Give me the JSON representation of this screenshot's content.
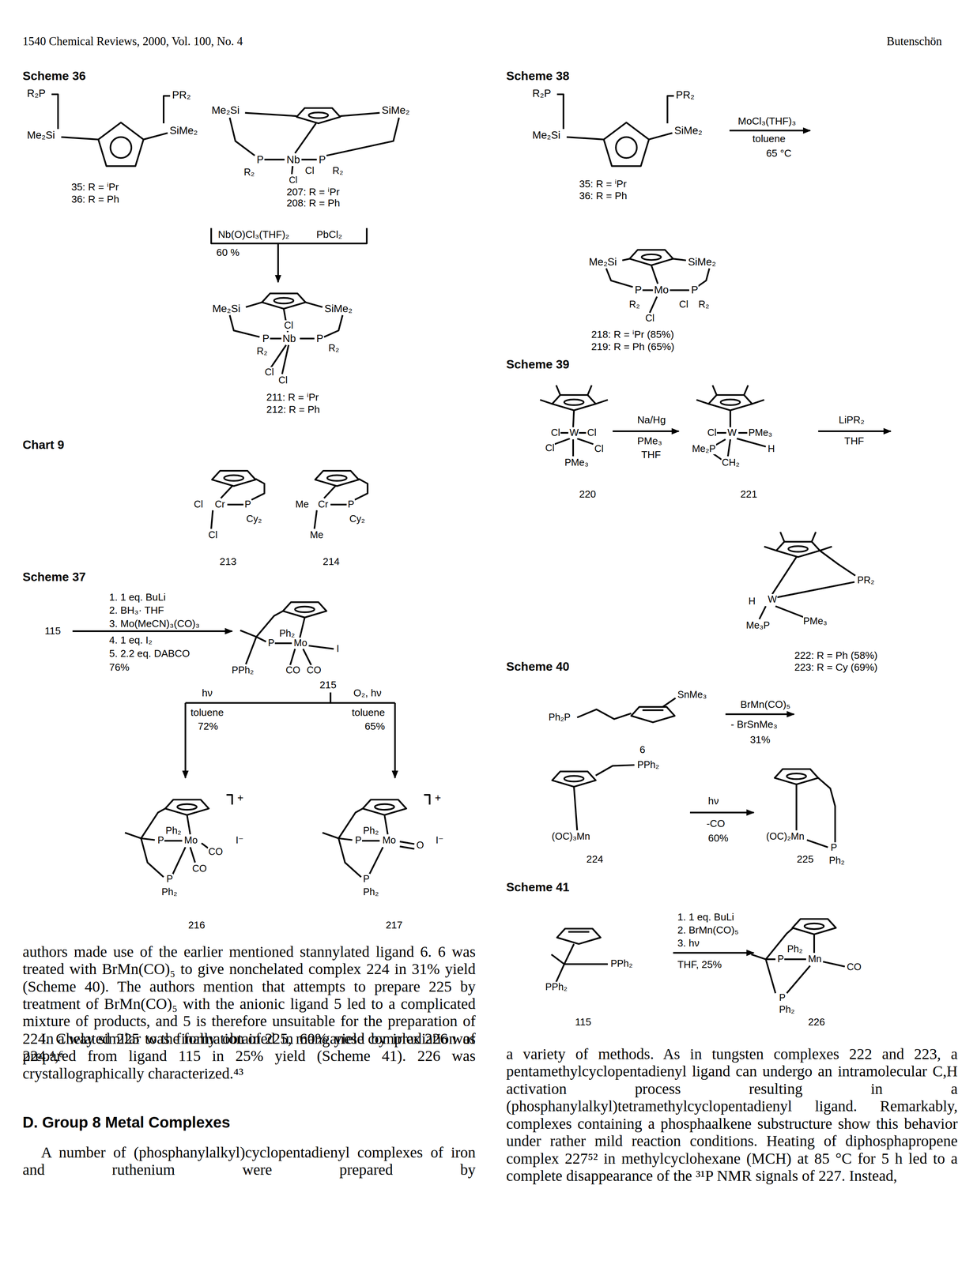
{
  "diagram": {
    "labels": [
      "1540 Chemical Reviews, 2000, Vol. 100, No. 4",
      "Butenschön",
      "Scheme 36",
      "R₂P",
      "PR₂",
      "Me₂Si",
      "SiMe₂",
      "35: R = ⁱPr",
      "36: R = Ph",
      "Me₂Si",
      "SiMe₂",
      "P",
      "Nb",
      "P",
      "R₂",
      "Cl",
      "R₂",
      "Cl",
      "207: R = ⁱPr",
      "208: R = Ph",
      "Nb(O)Cl₃(THF)₂",
      "PbCl₂",
      "60 %",
      "Me₂Si",
      "SiMe₂",
      "Cl",
      "P",
      "Nb",
      "P",
      "R₂",
      "R₂",
      "Cl",
      "Cl",
      "211: R = ⁱPr",
      "212: R = Ph",
      "Chart 9",
      "Cl",
      "Cr",
      "P",
      "Cy₂",
      "Cl",
      "213",
      "Me",
      "Cr",
      "P",
      "Cy₂",
      "Me",
      "214",
      "Scheme 37",
      "1. 1 eq. BuLi",
      "2. BH₃· THF",
      "3. Mo(MeCN)₃(CO)₃",
      "115",
      "4. 1 eq. I₂",
      "5. 2.2 eq. DABCO",
      "76%",
      "Ph₂",
      "P",
      "Mo",
      "I",
      "PPh₂",
      "CO",
      "CO",
      "215",
      "hν",
      "toluene",
      "72%",
      "O₂, hν",
      "toluene",
      "65%",
      "+",
      "Ph₂",
      "P",
      "Mo",
      "I⁻",
      "CO",
      "CO",
      "P",
      "Ph₂",
      "216",
      "+",
      "Ph₂",
      "P",
      "Mo",
      "O",
      "I⁻",
      "P",
      "Ph₂",
      "217",
      "authors made use of the earlier mentioned stannylated ligand 6. 6 was treated with BrMn(CO)₅ to give nonchelated complex 224 in 31% yield (Scheme 40). The authors mention that attempts to prepare 225 by treatment of BrMn(CO)₅ with the anionic ligand 5 led to a complicated mixture of products, and 5 is therefore unsuitable for the preparation of 224. Chelated 225 was finally obtained in 60% yield by irradiation of 224.⁴,⁶",
      "In a way similar to the formation of 225, manganese complex 226 was prepared from ligand 115 in 25% yield (Scheme 41). 226 was crystallographically characterized.⁴³",
      "D. Group 8 Metal Complexes",
      "A number of (phosphanylalkyl)cyclopentadienyl complexes of iron and ruthenium were prepared by",
      "Scheme 38",
      "R₂P",
      "PR₂",
      "Me₂Si",
      "SiMe₂",
      "MoCl₃(THF)₃",
      "toluene",
      "65 °C",
      "35: R = ⁱPr",
      "36: R = Ph",
      "Me₂Si",
      "SiMe₂",
      "P",
      "Mo",
      "P",
      "R₂",
      "Cl",
      "R₂",
      "Cl",
      "218: R = ⁱPr (85%)",
      "219: R = Ph (65%)",
      "Scheme 39",
      "Cl",
      "W",
      "Cl",
      "Cl",
      "Cl",
      "PMe₃",
      "220",
      "Na/Hg",
      "PMe₃",
      "THF",
      "Cl",
      "W",
      "PMe₃",
      "Me₂P",
      "H",
      "CH₂",
      "221",
      "LiPR₂",
      "THF",
      "PR₂",
      "H",
      "W",
      "Me₃P",
      "PMe₃",
      "222: R = Ph (58%)",
      "223: R = Cy (69%)",
      "Scheme 40",
      "SnMe₃",
      "Ph₂P",
      "6",
      "BrMn(CO)₅",
      "- BrSnMe₃",
      "31%",
      "PPh₂",
      "(OC)₃Mn",
      "224",
      "hν",
      "-CO",
      "60%",
      "(OC)₂Mn",
      "P",
      "Ph₂",
      "225",
      "Scheme 41",
      "PPh₂",
      "PPh₂",
      "115",
      "1. 1 eq. BuLi",
      "2. BrMn(CO)₅",
      "3. hν",
      "THF, 25%",
      "Ph₂",
      "P",
      "Mn",
      "CO",
      "P",
      "Ph₂",
      "226",
      "a variety of methods. As in tungsten complexes 222 and 223, a pentamethylcyclopentadienyl ligand can undergo an intramolecular C,H activation process resulting in a (phosphanylalkyl)tetramethylcyclopentadienyl ligand. Remarkably, complexes containing a phosphaalkene substructure show this behavior under rather mild reaction conditions. Heating of diphosphapropene complex 227⁵² in methylcyclohexane (MCH) at 85 °C for 5 h led to a complete disappearance of the ³¹P NMR signals of 227. Instead,"
    ]
  }
}
